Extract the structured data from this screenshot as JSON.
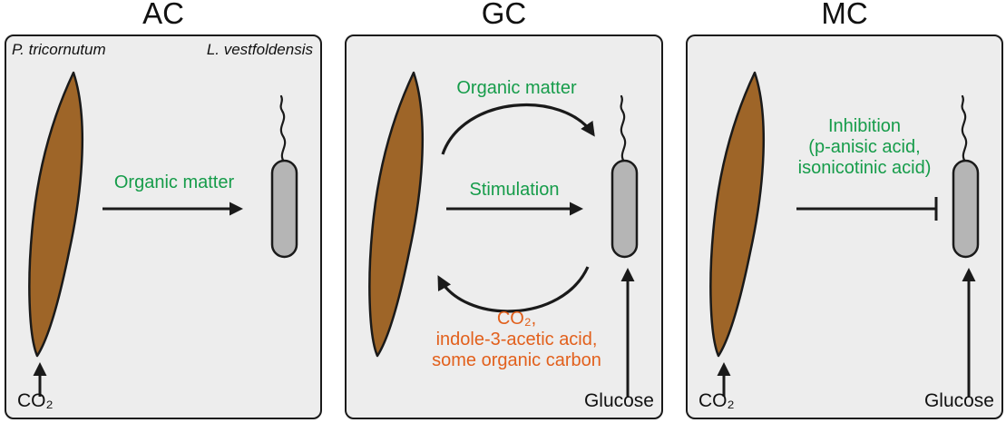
{
  "colors": {
    "green": "#169c4a",
    "orange": "#e2601c",
    "diatom_brown": "#9e6528",
    "bacterium_gray": "#b5b5b5",
    "panel_bg": "#ededed",
    "line_black": "#1a1a1a"
  },
  "panels": {
    "ac": {
      "title": "AC",
      "diatom_label": "P. tricornutum",
      "bacterium_label": "L. vestfoldensis",
      "arrow_label": "Organic matter",
      "co2_label": "CO₂"
    },
    "gc": {
      "title": "GC",
      "top_arrow_label": "Organic matter",
      "mid_arrow_label": "Stimulation",
      "return_arrow_label": "CO₂,\nindole-3-acetic acid,\nsome organic carbon",
      "glucose_label": "Glucose"
    },
    "mc": {
      "title": "MC",
      "inhibition_label": "Inhibition\n(p-anisic acid,\nisonicotinic acid)",
      "co2_label": "CO₂",
      "glucose_label": "Glucose"
    }
  }
}
